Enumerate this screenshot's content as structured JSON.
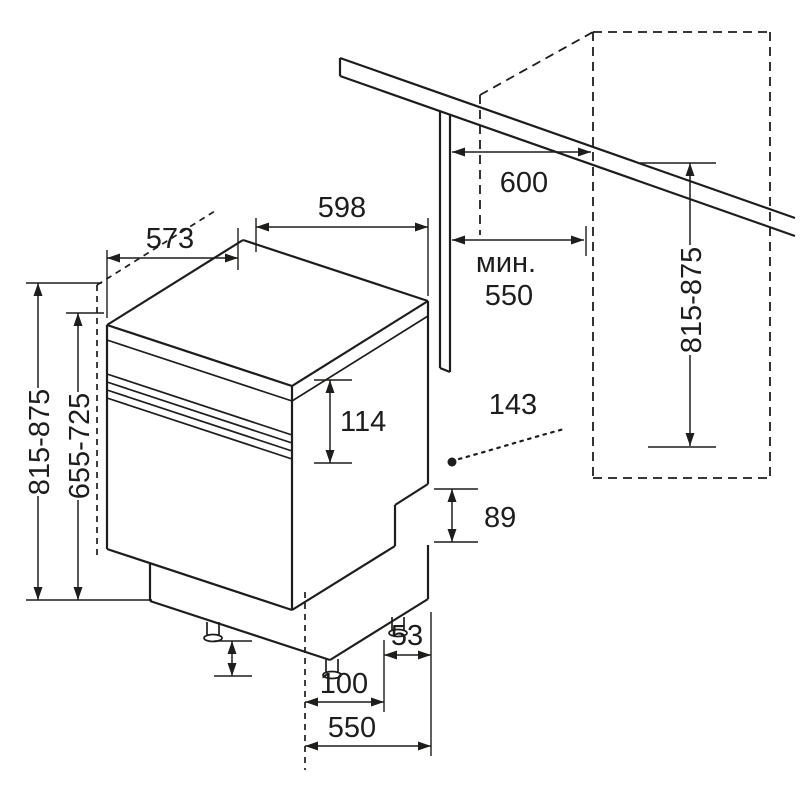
{
  "diagram": {
    "labels": {
      "top_depth": "573",
      "top_width": "598",
      "cabinet_depth": "600",
      "min_prefix": "мин.",
      "min_depth": "550",
      "left_height_range": "815-875",
      "inner_height_range": "655-725",
      "niche_height_range": "815-875",
      "panel_height": "114",
      "hose_distance": "143",
      "recess_height": "89",
      "recess_depth": "53",
      "plinth_inset": "100",
      "base_depth": "550"
    }
  },
  "colors": {
    "line": "#1d1d1b",
    "background": "#ffffff"
  }
}
